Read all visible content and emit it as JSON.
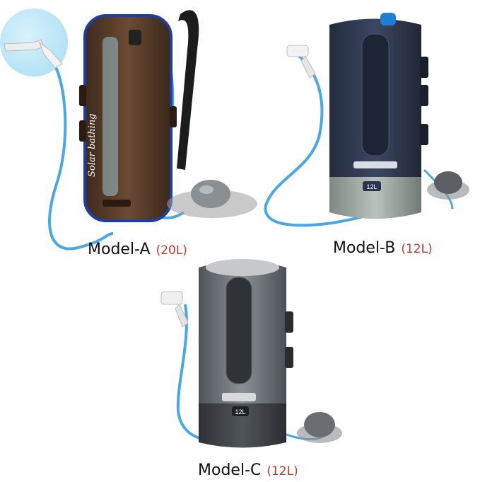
{
  "products": [
    {
      "model": "Model-A",
      "capacity": "(20L)",
      "print": "Solar bathing"
    },
    {
      "model": "Model-B",
      "capacity": "(12L)",
      "badge": "12L"
    },
    {
      "model": "Model-C",
      "capacity": "(12L)",
      "badge": "12L"
    }
  ],
  "colors": {
    "hose": "#4aa8e6",
    "capacity_text": "#c0392b",
    "bag_a": "#5a3d2b",
    "bag_b": "#2f3a52",
    "bag_c": "#6d7378"
  },
  "icons": [
    "shower-head-icon",
    "foot-pump-icon"
  ]
}
